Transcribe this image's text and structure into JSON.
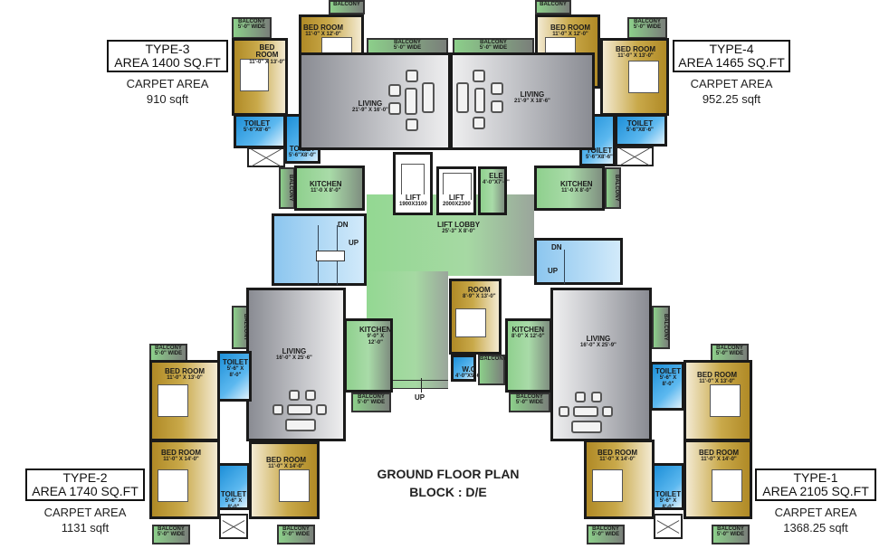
{
  "plan": {
    "title": "GROUND FLOOR PLAN",
    "subtitle": "BLOCK : D/E"
  },
  "units": {
    "type3": {
      "type": "TYPE-3",
      "area": "AREA 1400  SQ.FT",
      "carpet_label": "CARPET AREA",
      "carpet_value": "910 sqft"
    },
    "type4": {
      "type": "TYPE-4",
      "area": "AREA 1465 SQ.FT",
      "carpet_label": "CARPET AREA",
      "carpet_value": "952.25 sqft"
    },
    "type2": {
      "type": "TYPE-2",
      "area": "AREA 1740 SQ.FT",
      "carpet_label": "CARPET AREA",
      "carpet_value": "1131 sqft"
    },
    "type1": {
      "type": "TYPE-1",
      "area": "AREA 2105 SQ.FT",
      "carpet_label": "CARPET AREA",
      "carpet_value": "1368.25 sqft"
    }
  },
  "rooms": {
    "t3_bed1": {
      "name": "BED ROOM",
      "dim": "11'-0\" X 13'-0\""
    },
    "t3_bed2": {
      "name": "BED ROOM",
      "dim": "11'-0\" X 12'-0\""
    },
    "t3_toilet1": {
      "name": "TOILET",
      "dim": "5'-6\"X8'-6\""
    },
    "t3_toilet2": {
      "name": "TOILET",
      "dim": "5'-6\"X8'-0\""
    },
    "t3_living": {
      "name": "LIVING",
      "dim": "21'-9\" X 16'-0\""
    },
    "t3_kitchen": {
      "name": "KITCHEN",
      "dim": "11'-0 X 8'-0\""
    },
    "t4_bed1": {
      "name": "BED ROOM",
      "dim": "11'-0\" X 12'-0\""
    },
    "t4_bed2": {
      "name": "BED ROOM",
      "dim": "11'-0\" X 13'-0\""
    },
    "t4_toilet1": {
      "name": "TOILET",
      "dim": "5'-6\"X8'-6\""
    },
    "t4_toilet2": {
      "name": "TOILET",
      "dim": "5'-6\"X8'-6\""
    },
    "t4_living": {
      "name": "LIVING",
      "dim": "21'-9\" X 18'-6\""
    },
    "t4_kitchen": {
      "name": "KITCHEN",
      "dim": "11'-0 X 8'-0\""
    },
    "lift1": {
      "name": "LIFT",
      "dim": "1900X3100"
    },
    "lift2": {
      "name": "LIFT",
      "dim": "2000X2300"
    },
    "ele": {
      "name": "ELE",
      "dim": "4'-0\"X7'-6\""
    },
    "lift_lobby": {
      "name": "LIFT LOBBY",
      "dim": "25'-3\" X 8'-0\""
    },
    "room": {
      "name": "ROOM",
      "dim": "8'-9\" X 13'-0\""
    },
    "wc": {
      "name": "W.C",
      "dim": "4'-0\"X5'-6\""
    },
    "t2_living": {
      "name": "LIVING",
      "dim": "16'-0\" X 25'-6\""
    },
    "t2_kitchen": {
      "name": "KITCHEN",
      "dim": "9'-0\" X 12'-0\""
    },
    "t2_bed1": {
      "name": "BED ROOM",
      "dim": "11'-0\" X 13'-0\""
    },
    "t2_bed2": {
      "name": "BED ROOM",
      "dim": "11'-0\" X 14'-0\""
    },
    "t2_bed3": {
      "name": "BED ROOM",
      "dim": "11'-0\" X 14'-0\""
    },
    "t2_toilet1": {
      "name": "TOILET",
      "dim": "5'-6\" X 8'-0\""
    },
    "t2_toilet2": {
      "name": "TOILET",
      "dim": "5'-6\" X 8'-0\""
    },
    "t1_living": {
      "name": "LIVING",
      "dim": "16'-0\" X 25'-9\""
    },
    "t1_kitchen": {
      "name": "KITCHEN",
      "dim": "8'-0\" X 12'-0\""
    },
    "t1_bed1": {
      "name": "BED ROOM",
      "dim": "11'-0\" X 13'-0\""
    },
    "t1_bed2": {
      "name": "BED ROOM",
      "dim": "11'-0\" X 14'-0\""
    },
    "t1_bed3": {
      "name": "BED ROOM",
      "dim": "11'-0\" X 14'-0\""
    },
    "t1_toilet1": {
      "name": "TOILET",
      "dim": "5'-6\" X 8'-0\""
    },
    "t1_toilet2": {
      "name": "TOILET",
      "dim": "5'-6\" X 8'-0\""
    }
  },
  "balcony": {
    "name": "BALCONY",
    "dim": "5'-0\" WIDE"
  },
  "stairs": {
    "down": "DN",
    "up": "UP"
  },
  "colors": {
    "bedroom": "#c9a94a",
    "toilet": "#3aa6e6",
    "kitchen": "#a9dba8",
    "living": "#a9abb0",
    "lobby": "#93d892",
    "stair": "#b8def6"
  }
}
